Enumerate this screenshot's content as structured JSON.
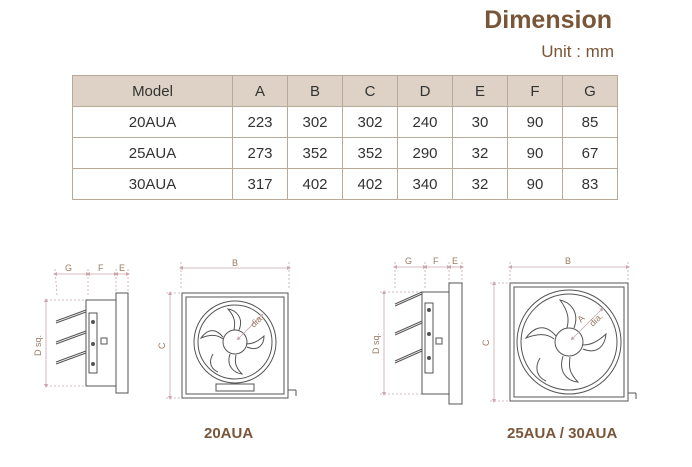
{
  "title": "Dimension",
  "unit": "Unit : mm",
  "table": {
    "headers": [
      "Model",
      "A",
      "B",
      "C",
      "D",
      "E",
      "F",
      "G"
    ],
    "rows": [
      [
        "20AUA",
        "223",
        "302",
        "302",
        "240",
        "30",
        "90",
        "85"
      ],
      [
        "25AUA",
        "273",
        "352",
        "352",
        "290",
        "32",
        "90",
        "67"
      ],
      [
        "30AUA",
        "317",
        "402",
        "402",
        "340",
        "32",
        "90",
        "83"
      ]
    ]
  },
  "drawings": {
    "left_caption": "20AUA",
    "right_caption": "25AUA / 30AUA",
    "dim_labels": {
      "g": "G",
      "f": "F",
      "e": "E",
      "b": "B",
      "c": "C",
      "d": "D sq.",
      "a": "A",
      "dia": "dia."
    }
  },
  "colors": {
    "accent": "#7a5638",
    "header_bg": "#ddd2c5",
    "border": "#b7aa99",
    "dim_line": "#c9a7ad"
  }
}
